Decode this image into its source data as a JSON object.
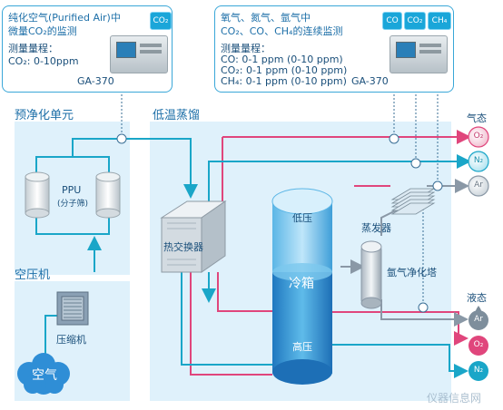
{
  "sections": {
    "prepurify": "预净化单元",
    "compressor_area": "空压机",
    "cryo": "低温蒸馏"
  },
  "card_left": {
    "line1": "纯化空气(Purified Air)中",
    "line2": "微量CO₂的监测",
    "range_title": "测量量程：",
    "range1": "CO₂: 0-10ppm",
    "chip": "CO₂",
    "model": "GA-370"
  },
  "card_right": {
    "line1": "氧气、氮气、氩气中",
    "line2": "CO₂、CO、CH₄的连续监测",
    "range_title": "测量量程：",
    "range1": "CO:  0-1 ppm (0-10 ppm)",
    "range2": "CO₂: 0-1 ppm (0-10 ppm)",
    "range3": "CH₄: 0-1 ppm (0-10 ppm)",
    "chips": [
      "CO",
      "CO₂",
      "CH₄"
    ],
    "model": "GA-370"
  },
  "labels": {
    "ppu": "PPU",
    "ppu_sub": "(分子筛)",
    "compressor": "压缩机",
    "air": "空气",
    "heat_exchanger": "热交换器",
    "low_pressure": "低压",
    "cold_box": "冷箱",
    "high_pressure": "高压",
    "evaporator": "蒸发器",
    "argon_tower": "氩气净化塔",
    "gas_state": "气态",
    "liquid_state": "液态"
  },
  "outputs_gas": [
    "O₂",
    "N₂",
    "Ar"
  ],
  "outputs_liquid": [
    "Ar",
    "O₂",
    "N₂"
  ],
  "watermark": "仪器信息网",
  "colors": {
    "pink": "#e0467c",
    "teal": "#1aa6c8",
    "gray": "#8a98a6",
    "panel": "#dff1fb"
  }
}
